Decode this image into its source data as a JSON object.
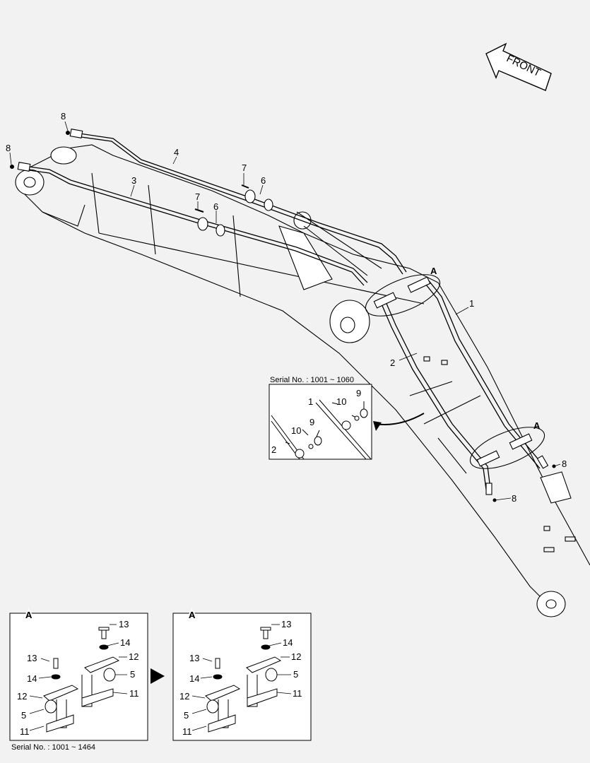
{
  "front_label": "FRONT",
  "callouts": {
    "c1": "1",
    "c2": "2",
    "c3": "3",
    "c4": "4",
    "c5a": "5",
    "c5b": "5",
    "c5c": "5",
    "c5d": "5",
    "c6a": "6",
    "c6b": "6",
    "c7a": "7",
    "c7b": "7",
    "c8a": "8",
    "c8b": "8",
    "c8c": "8",
    "c8d": "8",
    "c9a": "9",
    "c9b": "9",
    "c10a": "10",
    "c10b": "10",
    "c11a": "11",
    "c11b": "11",
    "c11c": "11",
    "c11d": "11",
    "c12a": "12",
    "c12b": "12",
    "c12c": "12",
    "c12d": "12",
    "c13a": "13",
    "c13b": "13",
    "c13c": "13",
    "c13d": "13",
    "c14a": "14",
    "c14b": "14",
    "c14c": "14",
    "c14d": "14",
    "c1i": "1",
    "c2i": "2",
    "detA1": "A",
    "detA2": "A",
    "boxA1": "A",
    "boxA2": "A"
  },
  "inset": {
    "serial": "Serial No. : 1001 ~ 1060"
  },
  "bottom": {
    "serial": "Serial No. : 1001 ~ 1464"
  }
}
